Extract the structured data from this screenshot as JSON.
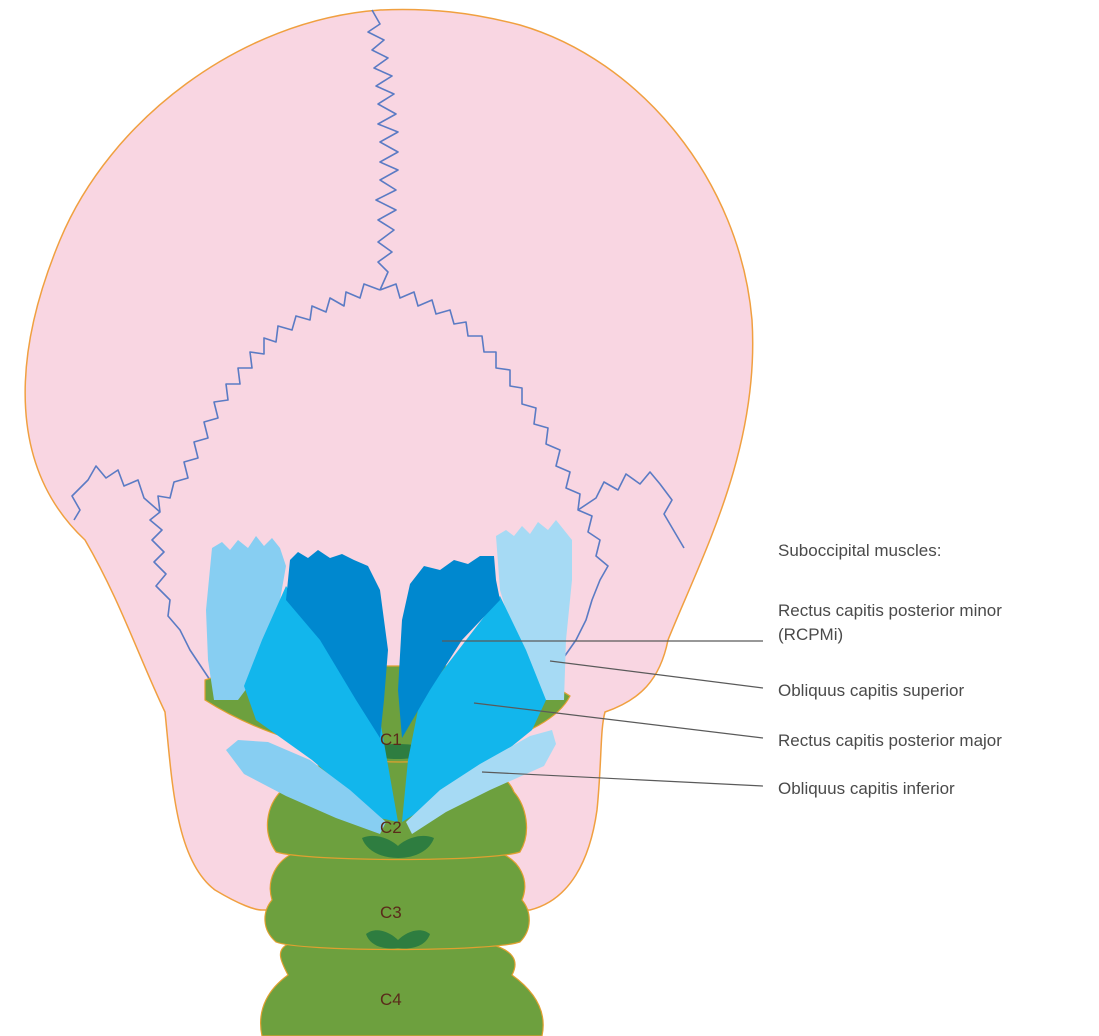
{
  "legend": {
    "heading": "Suboccipital muscles:",
    "rcpmi_line1": "Rectus capitis posterior minor",
    "rcpmi_line2": "(RCPMi)",
    "obliquus_superior": "Obliquus capitis superior",
    "rcpma": "Rectus capitis posterior major",
    "obliquus_inferior": "Obliquus capitis inferior"
  },
  "vertebrae": {
    "c1": "C1",
    "c2": "C2",
    "c3": "C3",
    "c4": "C4"
  },
  "colors": {
    "skull_fill": "#f9d6e2",
    "skull_outline": "#f0a040",
    "suture": "#5b7bc4",
    "vertebra": "#6da03e",
    "vertebra_dark": "#2e7d40",
    "rcpmi": "#0088cf",
    "rcpma": "#12b6ec",
    "obliquus_superior": "#87cef2",
    "obliquus_inferior": "#a6daf4"
  }
}
